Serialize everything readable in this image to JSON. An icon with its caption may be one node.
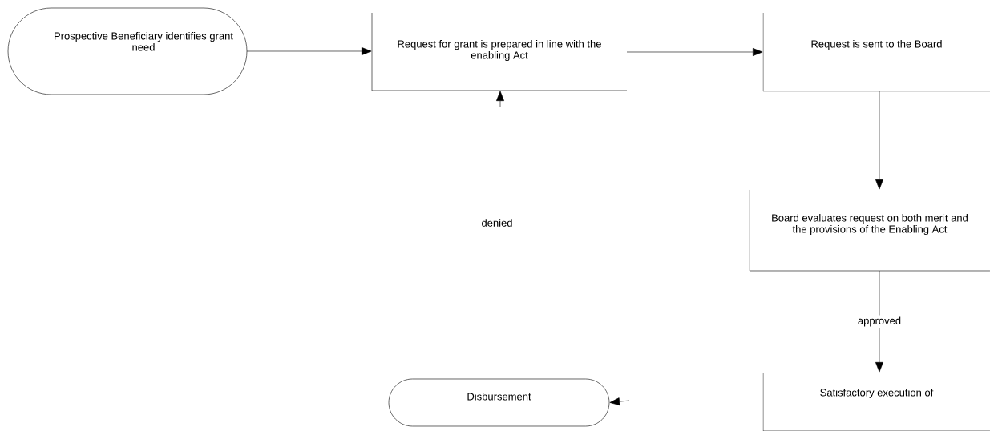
{
  "diagram": {
    "nodes": [
      {
        "text": [
          "Prospective Beneficiary identifies grant need"
        ]
      },
      {
        "text": [
          "Request for grant is prepared in line with the enabling Act"
        ]
      },
      {
        "text": [
          "Request is sent to the Board"
        ]
      },
      {
        "text": [
          "Board evaluates request on both merit and the provisions of the Enabling Act"
        ]
      },
      {
        "text": [
          "Disbursement"
        ]
      },
      {
        "text": [
          "Satisfactory execution of"
        ]
      }
    ],
    "edges": [
      {
        "from": 0,
        "to": 1,
        "arrow": "to"
      },
      {
        "from": 1,
        "to": 2,
        "arrow": "to"
      },
      {
        "from": 2,
        "to": 3,
        "arrow": "to"
      },
      {
        "from": 3,
        "to": 5,
        "arrow": "to",
        "label": "approved"
      },
      {
        "from": null,
        "to": 1,
        "arrow": "to"
      },
      {
        "from": null,
        "to": 4,
        "arrow": "to"
      }
    ],
    "labels": [
      "denied"
    ]
  }
}
